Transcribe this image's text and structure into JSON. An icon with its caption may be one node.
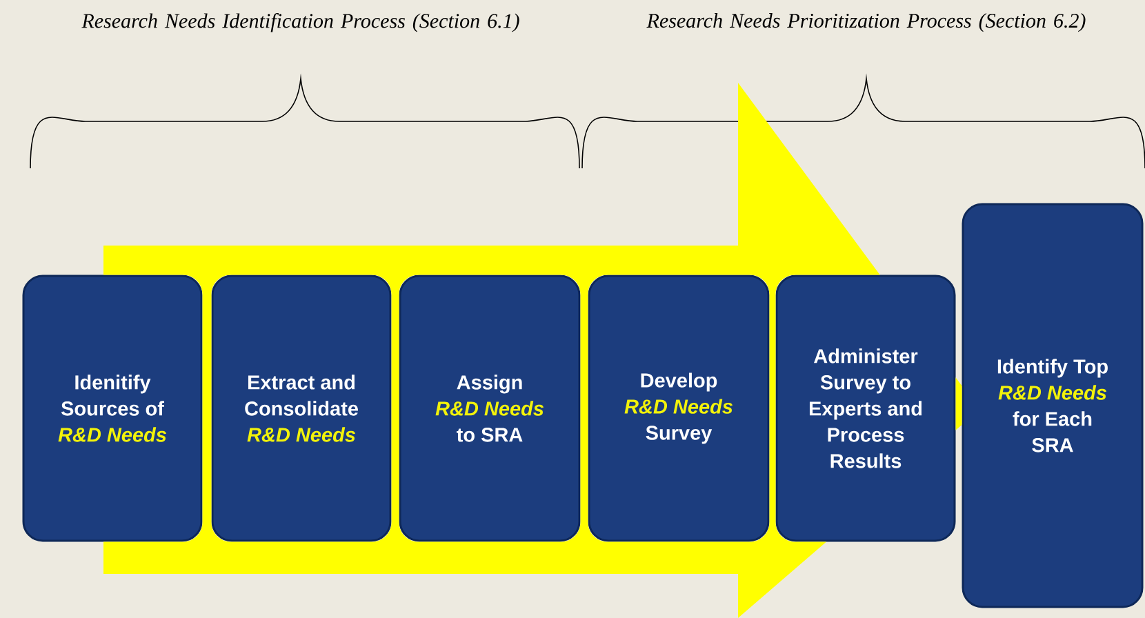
{
  "diagram": {
    "nodes": [
      {
        "text": [
          "Idenitify Sources of *R&D Needs*"
        ]
      },
      {
        "text": [
          "Extract and Consolidate *R&D Needs*"
        ]
      },
      {
        "text": [
          "Assign *R&D Needs* to SRA"
        ]
      },
      {
        "text": [
          "Develop *R&D Needs* Survey"
        ]
      },
      {
        "text": [
          "Administer Survey to Experts and Process Results"
        ]
      },
      {
        "text": [
          "Identify Top *R&D Needs* for Each SRA"
        ]
      }
    ],
    "edges": [
      {
        "from": 0,
        "to": 5,
        "arrow": "to",
        "style": "thick",
        "color": "#ffff00"
      }
    ],
    "labels": [
      "Research Needs Identification Process (Section 6.1)",
      "Research Needs Prioritization Process (Section 6.2)"
    ]
  }
}
